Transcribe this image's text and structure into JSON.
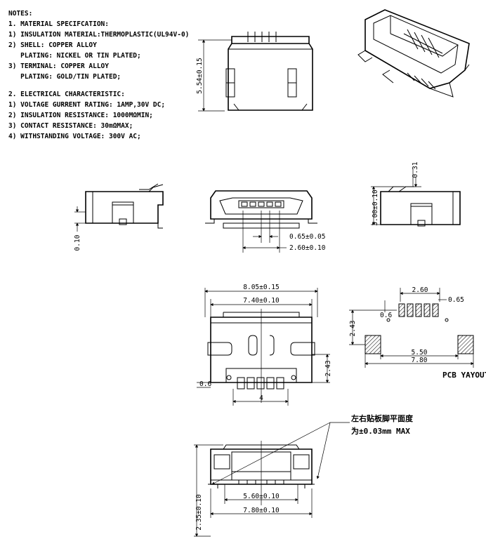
{
  "notes": {
    "lines": [
      "NOTES:",
      "1. MATERIAL SPECIFCATION:",
      "1) INSULATION MATERIAL:THERMOPLASTIC(UL94V-0)",
      "2) SHELL: COPPER ALLOY",
      "   PLATING: NICKEL OR TIN PLATED;",
      "3) TERMINAL: COPPER ALLOY",
      "   PLATING: GOLD/TIN PLATED;",
      "",
      "2. ELECTRICAL CHARACTERISTIC:",
      "1) VOLTAGE GURRENT RATING: 1AMP,30V DC;",
      "2) INSULATION RESISTANCE: 1000MΩMIN;",
      "3) CONTACT RESISTANCE: 30mΩMAX;",
      "4) WITHSTANDING VOLTAGE: 300V AC;"
    ]
  },
  "dimensions": {
    "height_554": "5.54±0.15",
    "offset_010": "0.10",
    "pitch_065": "0.65±0.05",
    "span_260": "2.60±0.10",
    "right_031": "0.31",
    "right_300": "3.00±0.10",
    "width_805": "8.05±0.15",
    "width_740": "7.40±0.10",
    "height_243": "2.43",
    "left_06": "0.6",
    "bottom_4": "4",
    "pcb_260": "2.60",
    "pcb_065": "0.65",
    "pcb_06": "0.6",
    "pcb_243": "2.43",
    "pcb_550": "5.50",
    "pcb_780": "7.80",
    "bottom_560": "5.60±0.10",
    "bottom_780": "7.80±0.10",
    "bottom_235": "2.35±0.10"
  },
  "labels": {
    "pcb_layout": "PCB YAYOUT",
    "flatness_line1": "左右贴板脚平面度",
    "flatness_line2": "为±0.03mm MAX"
  }
}
